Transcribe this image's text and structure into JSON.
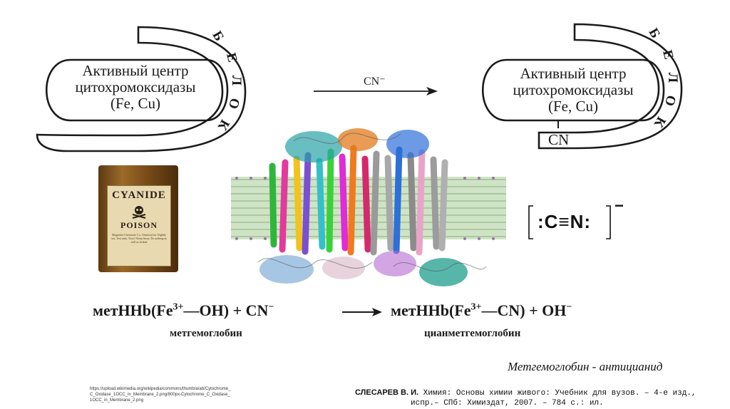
{
  "scheme": {
    "left_block": {
      "line1": "Активный центр",
      "line2": "цитохромоксидазы",
      "line3": "(Fe, Cu)"
    },
    "right_block": {
      "line1": "Активный центр",
      "line2": "цитохромоксидазы",
      "line3": "(Fe, Cu)",
      "bound_group": "CN"
    },
    "protein_label_letters": [
      "Б",
      "Е",
      "Л",
      "О",
      "К"
    ],
    "arrow_label": "CN⁻"
  },
  "bottle": {
    "title": "CYANIDE",
    "subtitle": "POISON",
    "fine_print": "Magnetite Chemicals Co. Chemical for Nightly use. Test only. Toxic!  Keep Away. Do nothing as well as locked"
  },
  "cyanide_ion": {
    "formula": ":C≡N:",
    "charge": "−"
  },
  "equation": {
    "left": "метHHb(Fe",
    "left_sup": "3+",
    "left_tail": "—OH) + CN",
    "left_tail_sup": "−",
    "right": "метHHb(Fe",
    "right_sup": "3+",
    "right_tail": "—CN) + OH",
    "right_tail_sup": "−",
    "left_name": "метгемоглобин",
    "right_name": "цианметгемоглобин"
  },
  "caption": "Метгемоглобин - антицианид",
  "source_url": "https://upload.wikimedia.org/wikipedia/commons/thumb/a/ab/Cytochrome_C_Oxidase_1OCC_in_Membrane_2.png/800px-Cytochrome_C_Oxidase_1OCC_in_Membrane_2.png",
  "reference": {
    "author": "СЛЕСАРЕВ В. И.",
    "line1": "Химия: Основы химии живого: Учебник для вузов. – 4-е изд.,",
    "line2": "испр.– СПб: Химиздат, 2007. – 784 с.: ил."
  },
  "colors": {
    "text": "#1a1a1a",
    "bottle_glass": "#8a5a1e",
    "bottle_label": "#e8d9b0"
  }
}
